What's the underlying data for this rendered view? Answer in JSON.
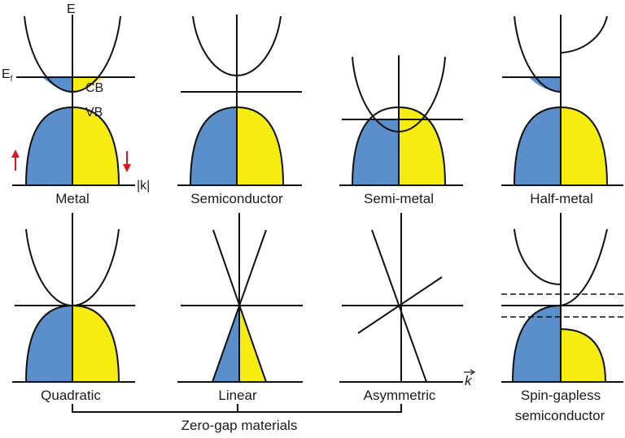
{
  "colors": {
    "spin_up_fill": "#5b8fcb",
    "spin_down_fill": "#f7ec10",
    "arrow": "#d7191c",
    "line": "#111111"
  },
  "axis_labels": {
    "energy": "E",
    "fermi_main": "E",
    "fermi_sub": "f",
    "wavevector": "|k|",
    "k_vector": "k"
  },
  "band_labels": {
    "conduction": "CB",
    "valence": "VB"
  },
  "panels": {
    "metal": "Metal",
    "semiconductor": "Semiconductor",
    "semi_metal": "Semi-metal",
    "half_metal": "Half-metal",
    "quadratic": "Quadratic",
    "linear": "Linear",
    "asymmetric": "Asymmetric",
    "spin_gapless_line1": "Spin-gapless",
    "spin_gapless_line2": "semiconductor"
  },
  "group_label": "Zero-gap materials",
  "icons": {
    "spin_up": "up-arrow-icon",
    "spin_down": "down-arrow-icon"
  }
}
